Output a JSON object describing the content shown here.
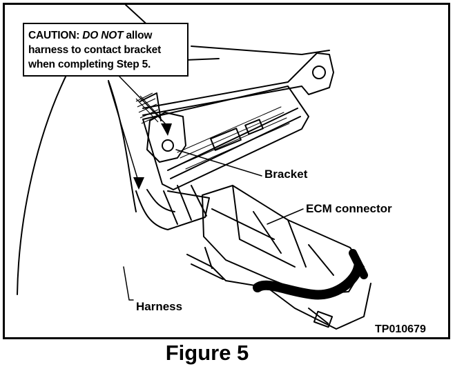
{
  "caution": {
    "label": "CAUTION:",
    "do_not": "DO NOT",
    "line1_rest": " allow",
    "line2": "harness to contact bracket",
    "line3": "when completing Step 5."
  },
  "labels": {
    "bracket": "Bracket",
    "ecm_connector": "ECM connector",
    "harness": "Harness",
    "code": "TP010679"
  },
  "figure_title": "Figure 5",
  "colors": {
    "ink": "#000000",
    "paper": "#ffffff"
  }
}
